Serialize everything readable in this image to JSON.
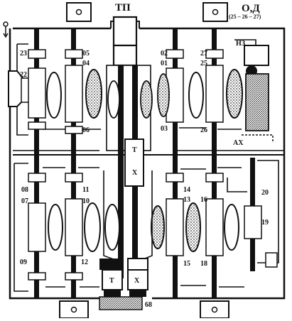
{
  "header": {
    "center_title": "ТП",
    "right_title": "О,Д",
    "right_subtitle": "(25 – 26 – 27)"
  },
  "labels": {
    "l23": "23",
    "l22": "22",
    "l05": "05",
    "l04": "04",
    "l06": "06",
    "l02": "02",
    "l01": "01",
    "l03": "03",
    "l27": "27",
    "l25": "25",
    "l26": "26",
    "lNZ": "НЗ",
    "lAX": "АХ",
    "lT": "Т",
    "lX": "Х",
    "l08": "08",
    "l07": "07",
    "l09": "09",
    "l11": "11",
    "l10": "10",
    "l12": "12",
    "l14": "14",
    "l13": "13",
    "l15": "15",
    "l16": "16",
    "l18": "18",
    "l20": "20",
    "l19": "19",
    "lT2": "Т",
    "lX2": "Х",
    "l68": "68"
  },
  "colors": {
    "ink": "#111111",
    "paper": "#ffffff",
    "hatch": "#8a8a8a"
  }
}
